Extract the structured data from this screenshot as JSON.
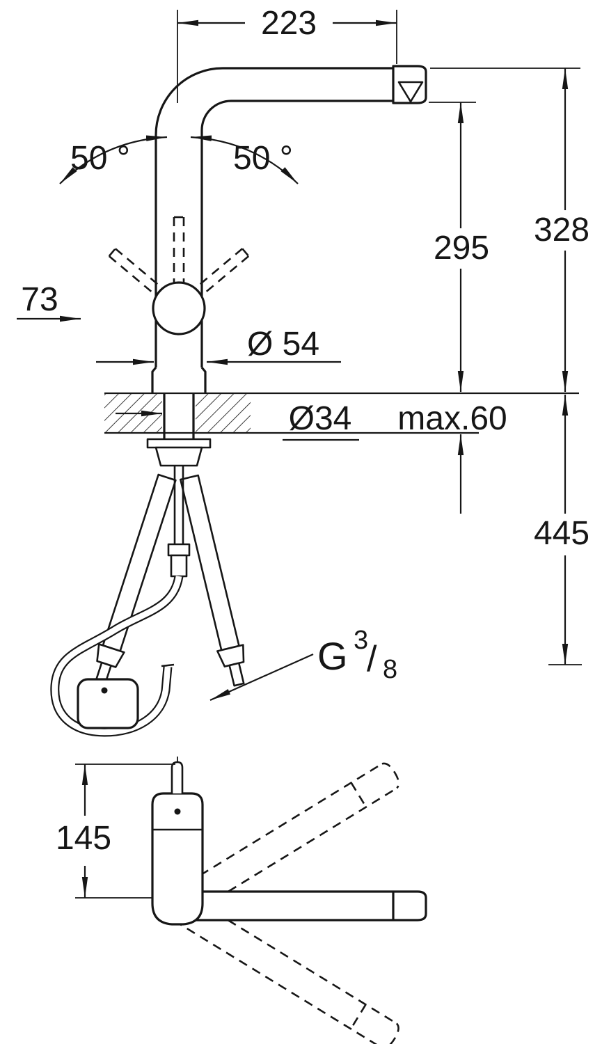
{
  "title": "Pull-out kitchen faucet dimensional drawing",
  "colors": {
    "line": "#161616",
    "background": "#ffffff"
  },
  "side_view": {
    "d223": "223",
    "d50_left": "50 °",
    "d50_right": "50 °",
    "d73": "73",
    "d295": "295",
    "d328": "328",
    "d54": "Ø 54",
    "d34": "Ø34",
    "dmax60": "max.60",
    "d445": "445",
    "thread": {
      "g": "G",
      "numerator": "3",
      "slash": "/",
      "denominator": "8"
    }
  },
  "plan_view": {
    "d145": "145"
  }
}
